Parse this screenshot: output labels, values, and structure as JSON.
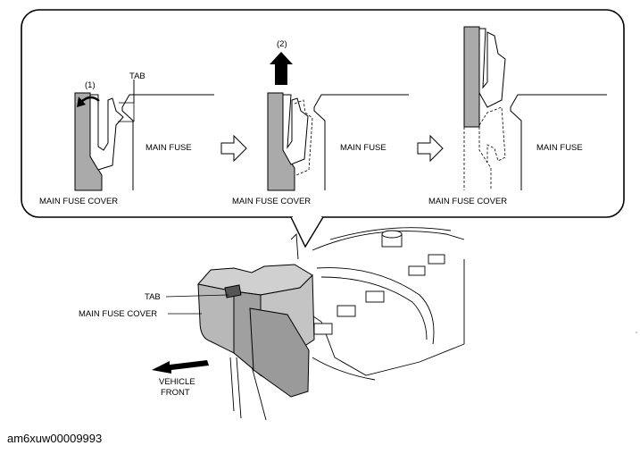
{
  "labels": {
    "step1": "(1)",
    "step2": "(2)",
    "tab_top": "TAB",
    "main_fuse_1": "MAIN FUSE",
    "main_fuse_2": "MAIN FUSE",
    "main_fuse_3": "MAIN FUSE",
    "cover_1": "MAIN FUSE COVER",
    "cover_2": "MAIN FUSE COVER",
    "cover_3": "MAIN FUSE COVER",
    "tab_bottom": "TAB",
    "cover_bottom": "MAIN FUSE COVER",
    "vehicle": "VEHICLE",
    "front": "FRONT"
  },
  "caption": "am6xuw00009993"
}
